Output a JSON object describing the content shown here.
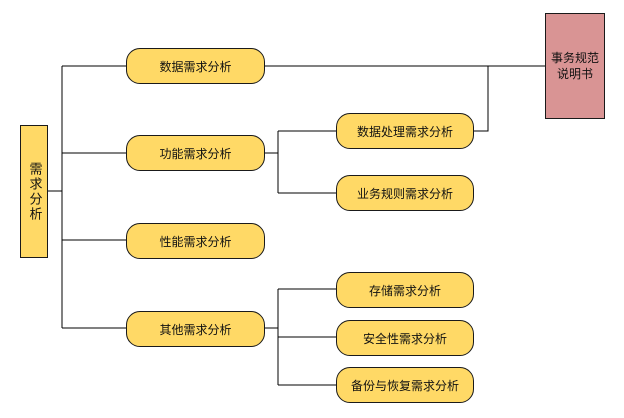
{
  "diagram": {
    "root": "需求分析",
    "output_doc": {
      "line1": "事务规范",
      "line2": "说明书"
    },
    "level1": [
      "数据需求分析",
      "功能需求分析",
      "性能需求分析",
      "其他需求分析"
    ],
    "function_children": [
      "数据处理需求分析",
      "业务规则需求分析"
    ],
    "other_children": [
      "存储需求分析",
      "安全性需求分析",
      "备份与恢复需求分析"
    ]
  }
}
